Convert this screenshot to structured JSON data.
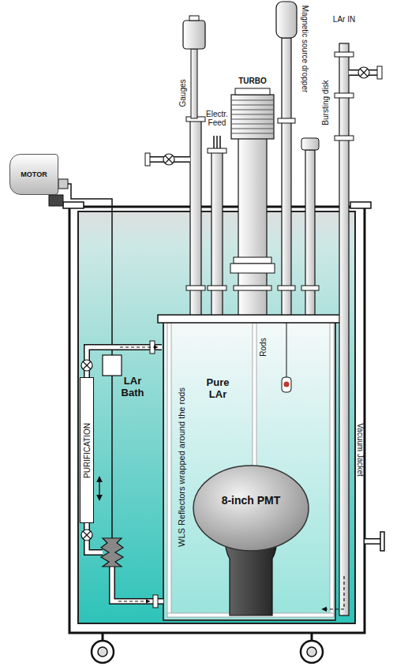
{
  "diagram": {
    "nodes": [
      {
        "text": [
          "MOTOR"
        ]
      },
      {
        "text": [
          "PURIFICATION"
        ]
      },
      {
        "text": [
          "8-inch PMT"
        ]
      }
    ],
    "labels": [
      "Gauges",
      "Electr. Feed",
      "TURBO",
      "Magnetic source dropper",
      "Bursting disk",
      "LAr IN",
      "LAr Bath",
      "Pure LAr",
      "WLS Reflectors wrapped around the rods",
      "Rods",
      "Vacuum Jacket"
    ]
  }
}
